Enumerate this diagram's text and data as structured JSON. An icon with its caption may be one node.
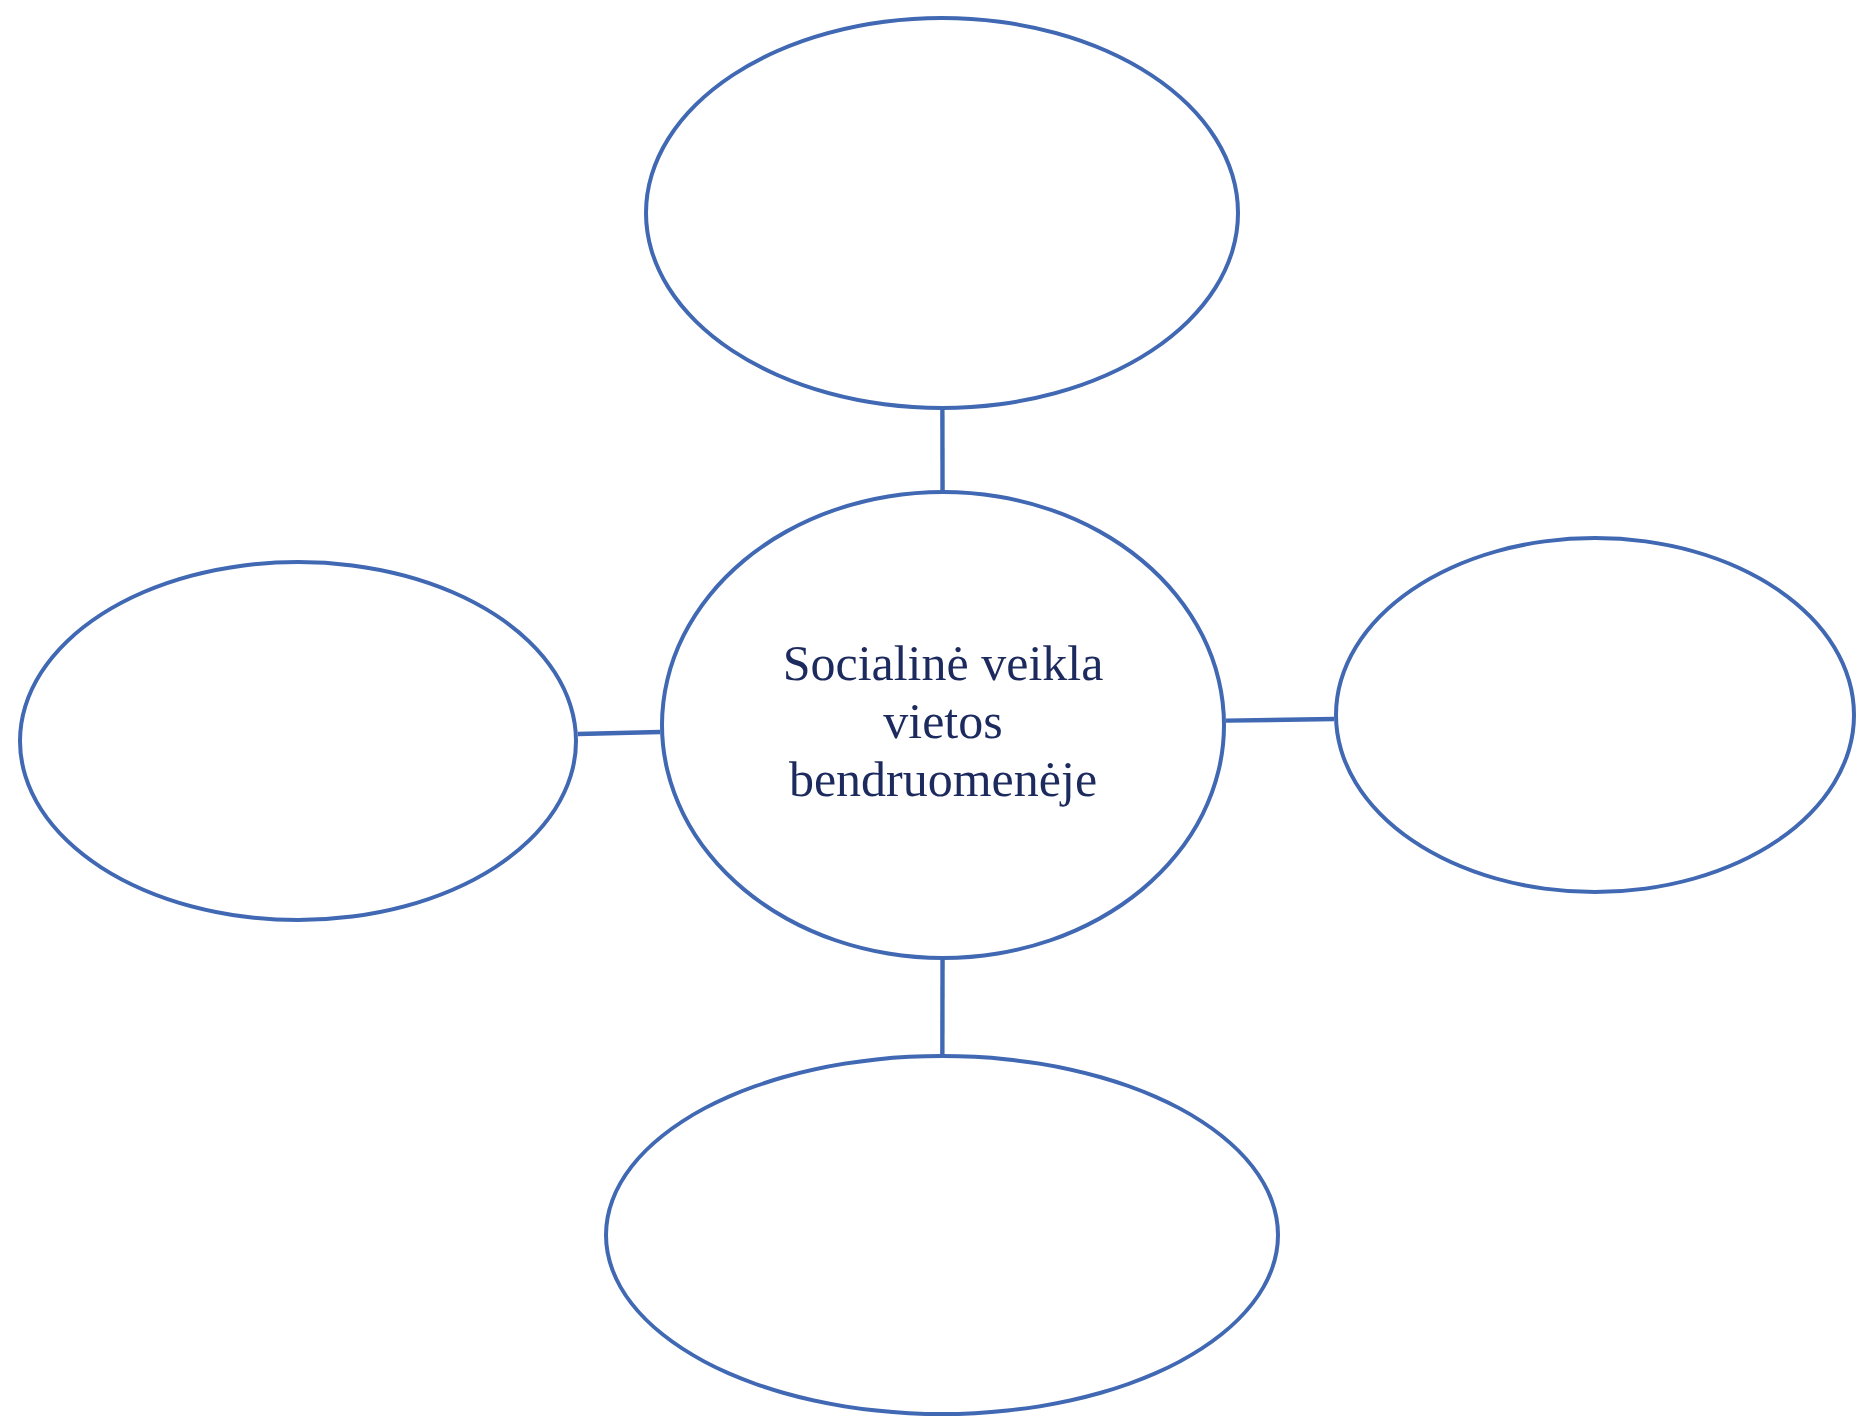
{
  "diagram": {
    "nodes": [
      {
        "text": [],
        "shape": "ellipse"
      },
      {
        "text": [],
        "shape": "ellipse"
      },
      {
        "text": [
          "Socialinė veikla vietos bendruomenėje"
        ]
      },
      {
        "text": [],
        "shape": "ellipse"
      },
      {
        "text": [],
        "shape": "ellipse"
      }
    ],
    "edges": [
      {
        "from": 2,
        "to": 0,
        "arrow": "none"
      },
      {
        "from": 2,
        "to": 1,
        "arrow": "none"
      },
      {
        "from": 2,
        "to": 3,
        "arrow": "none"
      },
      {
        "from": 2,
        "to": 4,
        "arrow": "none"
      }
    ]
  }
}
